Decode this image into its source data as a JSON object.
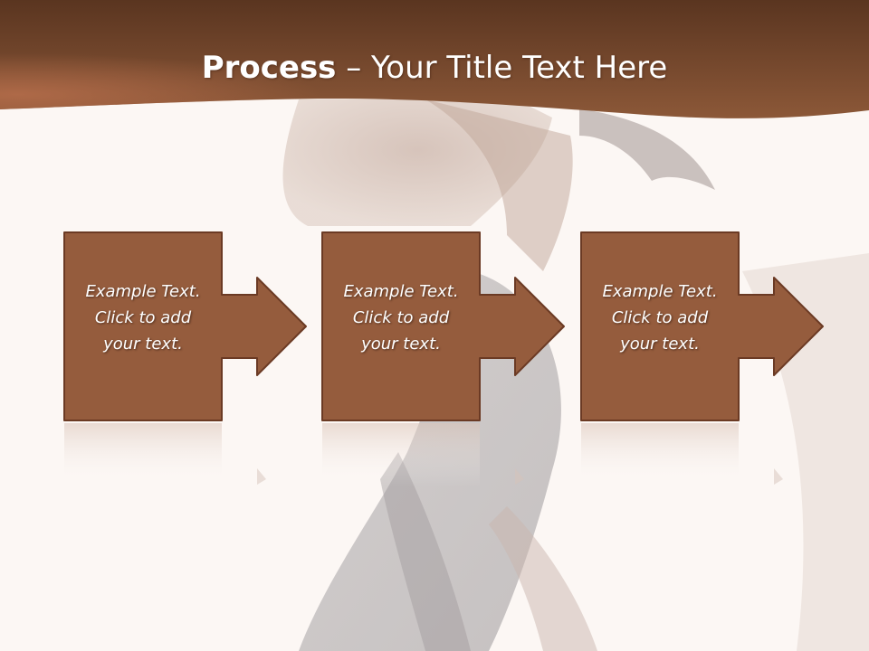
{
  "slide": {
    "title_bold": "Process",
    "title_rest": " – Your Title Text Here",
    "accent_color": "#955c3d",
    "banner_color": "#8a5638",
    "box_border_color": "#6b3a24"
  },
  "steps": [
    {
      "text": "Example Text.\nClick  to add\nyour text."
    },
    {
      "text": "Example Text.\nClick  to add\nyour text."
    },
    {
      "text": "Example Text.\nClick  to add\nyour text."
    }
  ]
}
